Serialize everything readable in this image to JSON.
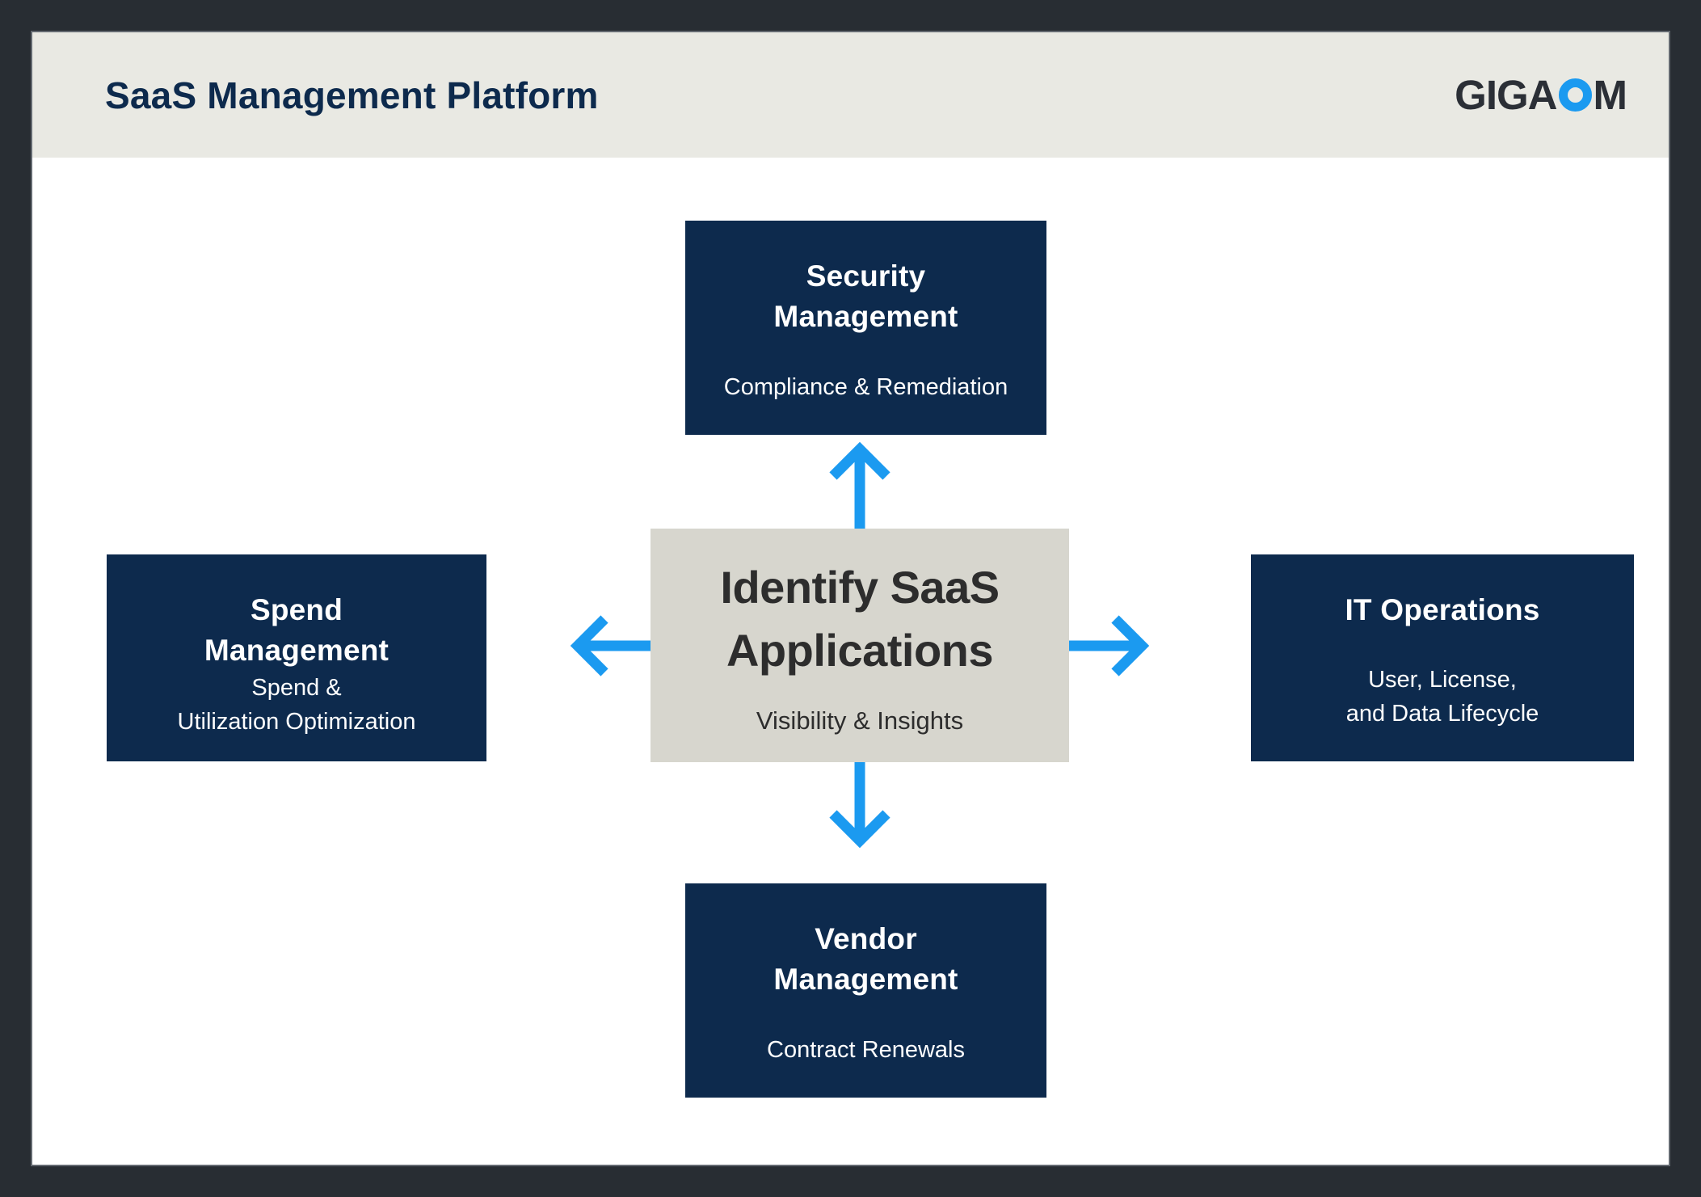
{
  "colors": {
    "frame": "#282d33",
    "band": "#e9e9e3",
    "navy": "#0d2a4d",
    "center_bg": "#d7d6ce",
    "blue": "#1b9af0",
    "logo_dark": "#2b2f36",
    "ink": "#2d2d2d"
  },
  "header": {
    "title": "SaaS Management Platform",
    "logo_prefix": "GIGA",
    "logo_suffix": "M"
  },
  "diagram": {
    "center": {
      "title": "Identify SaaS\nApplications",
      "subtitle": "Visibility & Insights"
    },
    "top": {
      "title": "Security\nManagement",
      "subtitle": "Compliance & Remediation"
    },
    "left": {
      "title": "Spend\nManagement",
      "subtitle": "Spend &\nUtilization Optimization"
    },
    "right": {
      "title": "IT Operations",
      "subtitle": "User, License,\nand Data Lifecycle"
    },
    "bottom": {
      "title": "Vendor\nManagement",
      "subtitle": "Contract Renewals"
    }
  }
}
